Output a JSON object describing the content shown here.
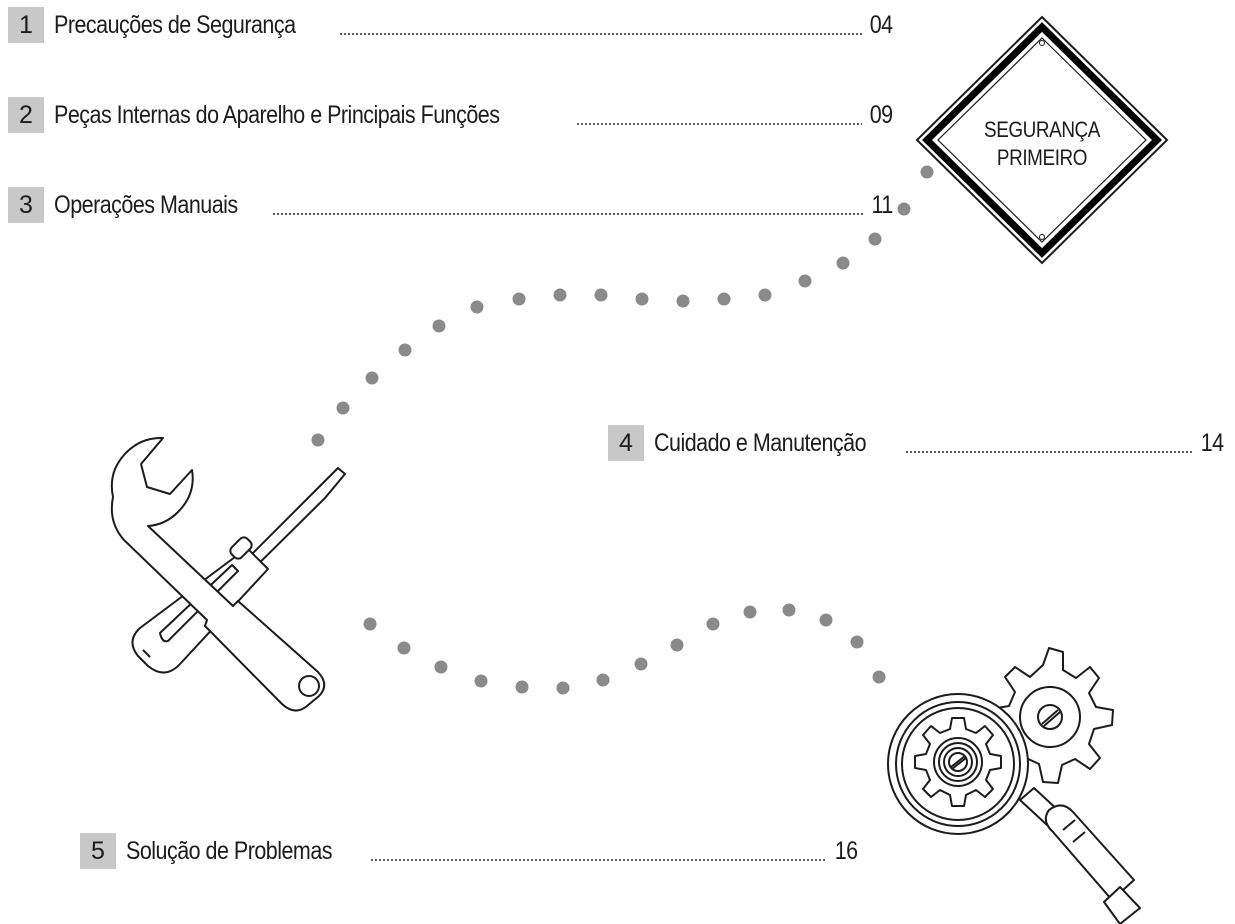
{
  "toc": [
    {
      "number": "1",
      "title": "Precauções de Segurança",
      "page": "04"
    },
    {
      "number": "2",
      "title": "Peças Internas do Aparelho e Principais Funções",
      "page": "09"
    },
    {
      "number": "3",
      "title": "Operações Manuais",
      "page": "11"
    },
    {
      "number": "4",
      "title": "Cuidado e Manutenção",
      "page": "14"
    },
    {
      "number": "5",
      "title": "Solução de Problemas",
      "page": "16"
    }
  ],
  "sign": {
    "line1": "SEGURANÇA",
    "line2": "PRIMEIRO"
  },
  "icons": [
    "safety-sign-icon",
    "wrench-screwdriver-icon",
    "magnifier-gear-icon"
  ],
  "colors": {
    "badge": "#c8c8c8",
    "text": "#1c1c1c",
    "dots": "#8a8a8a"
  }
}
